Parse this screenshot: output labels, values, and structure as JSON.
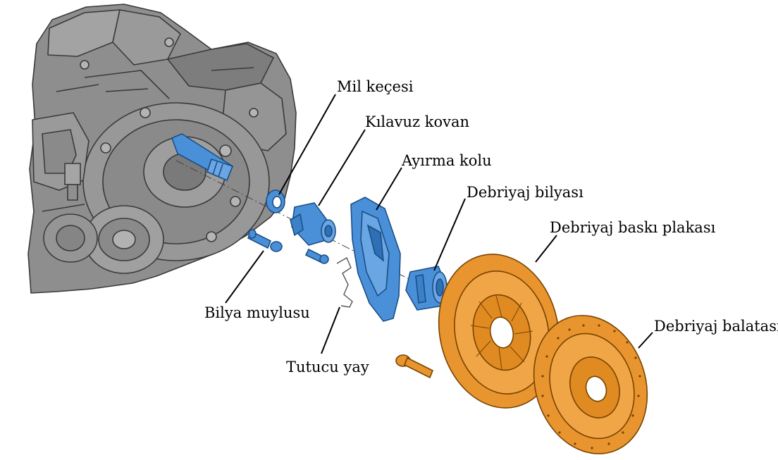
{
  "colors": {
    "gearbox": "#8e8e8e",
    "gearbox_line": "#3a3a3a",
    "blue_part": "#4a90d9",
    "blue_line": "#1b4f86",
    "orange_part": "#e8952f",
    "orange_line": "#7a4300",
    "leader": "#000000"
  },
  "labels": {
    "mil_kecesi": "Mil keçesi",
    "kilavuz_kovan": "Kılavuz kovan",
    "ayirma_kolu": "Ayırma kolu",
    "debriyaj_bilyasi": "Debriyaj bilyası",
    "debriyaj_baski_plakasi": "Debriyaj baskı plakası",
    "debriyaj_balatasi": "Debriyaj balatası",
    "bilya_muylusu": "Bilya muylusu",
    "tutucu_yay": "Tutucu yay"
  }
}
